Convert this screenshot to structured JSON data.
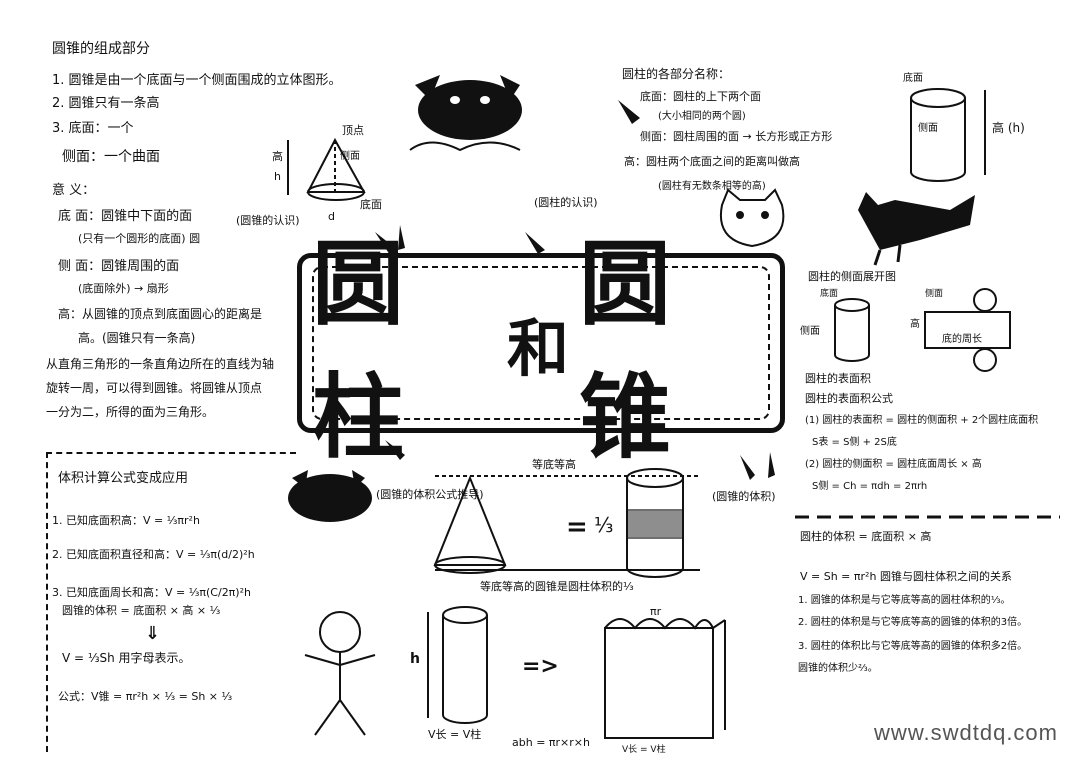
{
  "title": {
    "part1": "圆柱",
    "part2": "和",
    "part3": "圆锥"
  },
  "cone_section": {
    "heading": "圆锥的组成部分",
    "items": [
      "1. 圆锥是由一个底面与一个侧面围成的立体图形。",
      "2. 圆锥只有一条高",
      "3. 底面：一个",
      "侧面：一个曲面"
    ],
    "def_heading": "意 义：",
    "defs": [
      "底 面：圆锥中下面的面",
      "(只有一个圆形的底面) 圆",
      "侧 面：圆锥周围的面",
      "(底面除外) → 扇形",
      "高：从圆锥的顶点到底面圆心的距离是",
      "高。(圆锥只有一条高)"
    ],
    "rotation": [
      "从直角三角形的一条直角边所在的直线为轴",
      "旋转一周，可以得到圆锥。将圆锥从顶点",
      "一分为二，所得的面为三角形。"
    ],
    "diagram_labels": {
      "vertex": "顶点",
      "lateral": "侧面",
      "height": "高",
      "h": "h",
      "base": "底面",
      "d": "d",
      "caption": "(圆锥的认识)"
    }
  },
  "cylinder_section": {
    "heading": "圆柱的各部分名称：",
    "items": [
      "底面：圆柱的上下两个面",
      "(大小相同的两个圆)",
      "侧面：圆柱周围的面 → 长方形或正方形",
      "高：圆柱两个底面之间的距离叫做高",
      "(圆柱有无数条相等的高)"
    ],
    "caption": "(圆柱的认识)",
    "diagram_labels": {
      "base": "底面",
      "lateral": "侧面",
      "height": "高 (h)"
    }
  },
  "unfold_section": {
    "heading": "圆柱的侧面展开图",
    "labels": {
      "base": "底面",
      "lateral": "侧面",
      "lateral2": "侧面",
      "height": "高",
      "circumference": "底的周长"
    },
    "area_lines": [
      "圆柱的表面积",
      "圆柱的表面积公式",
      "(1) 圆柱的表面积 = 圆柱的侧面积 + 2个圆柱底面积",
      "S表 = S侧 + 2S底",
      "(2) 圆柱的侧面积 = 圆柱底面周长 × 高",
      "S侧 = Ch = πdh = 2πrh"
    ]
  },
  "volume_section": {
    "heading": "体积计算公式变成应用",
    "lines": [
      "1. 已知底面积高：V = ⅓πr²h",
      "2. 已知底面积直径和高：V = ⅓π(d/2)²h",
      "3. 已知底面周长和高：V = ⅓π(C/2π)²h",
      "圆锥的体积 = 底面积 × 高 × ⅓",
      "⇓",
      "V = ⅓Sh  用字母表示。",
      "公式：V锥 = πr²h × ⅓ = Sh × ⅓"
    ]
  },
  "compare_section": {
    "top_label": "等底等高",
    "bottom_label": "等底等高的圆锥是圆柱体积的⅓",
    "eq": "=",
    "third": "⅓",
    "left_caption": "(圆锥的体积公式推导)",
    "right_caption": "(圆锥的体积)"
  },
  "cyl_volume": {
    "heading": "圆柱的体积 = 底面积 × 高",
    "formula": "V = Sh = πr²h",
    "relation": "圆锥与圆柱体积之间的关系",
    "lines": [
      "1. 圆锥的体积是与它等底等高的圆柱体积的⅓。",
      "2. 圆柱的体积是与它等底等高的圆锥的体积的3倍。",
      "3. 圆柱的体积比与它等底等高的圆锥的体积多2倍。",
      "圆锥的体积少⅔。"
    ]
  },
  "bottom_diagram": {
    "h": "h",
    "v_eq": "V长 = V柱",
    "abh": "abh = πr×r×h",
    "pir": "πr",
    "arrow": "=>",
    "v_eq2": "V长 = V柱"
  },
  "watermark": "www.swdtdq.com"
}
